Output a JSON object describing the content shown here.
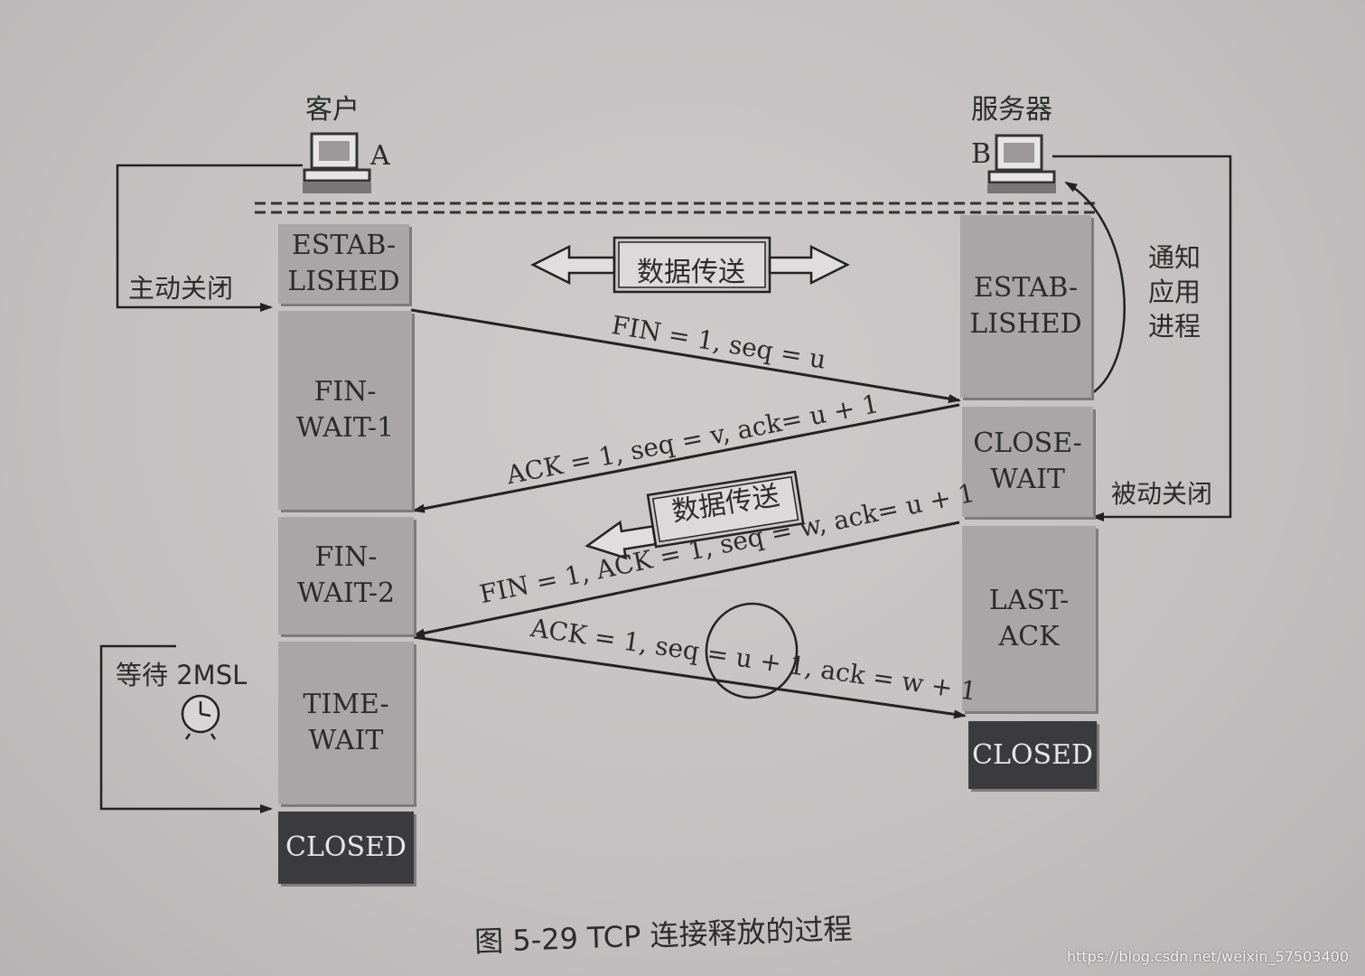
{
  "hosts": {
    "client_title": "客户",
    "client_id": "A",
    "server_title": "服务器",
    "server_id": "B"
  },
  "client_states": [
    "ESTAB-\nLISHED",
    "FIN-\nWAIT-1",
    "FIN-\nWAIT-2",
    "TIME-\nWAIT",
    "CLOSED"
  ],
  "server_states": [
    "ESTAB-\nLISHED",
    "CLOSE-\nWAIT",
    "LAST-\nACK",
    "CLOSED"
  ],
  "labels": {
    "active_close": "主动关闭",
    "passive_close": "被动关闭",
    "notify_app": "通知\n应用\n进程",
    "wait_2msl": "等待 2MSL",
    "data_transfer_1": "数据传送",
    "data_transfer_2": "数据传送"
  },
  "messages": {
    "m1": "FIN = 1, seq = u",
    "m2": "ACK = 1, seq = v, ack= u + 1",
    "m3": "FIN = 1, ACK = 1, seq = w, ack= u + 1",
    "m4": "ACK = 1, seq = u + 1, ack = w + 1"
  },
  "caption": "图 5-29    TCP 连接释放的过程",
  "watermark": "https://blog.csdn.net/weixin_57503400"
}
